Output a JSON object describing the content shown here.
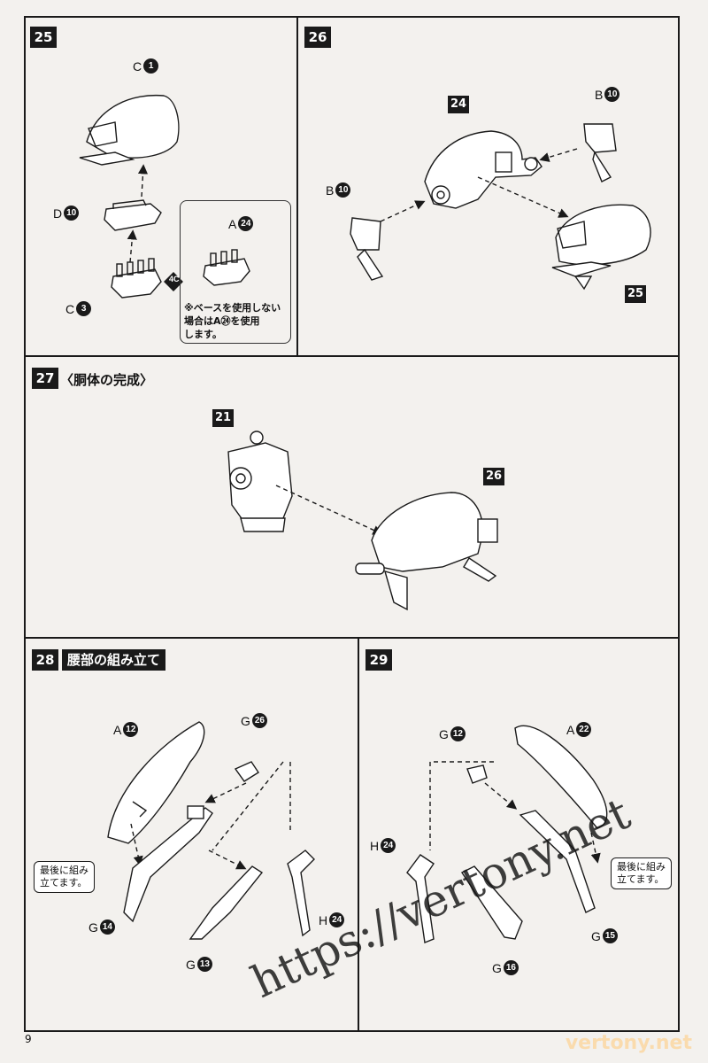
{
  "steps": {
    "s25": {
      "num": "25"
    },
    "s26": {
      "num": "26"
    },
    "s27": {
      "num": "27",
      "title": "〈胴体の完成〉"
    },
    "s28": {
      "num": "28",
      "title": "腰部の組み立て"
    },
    "s29": {
      "num": "29"
    }
  },
  "step25": {
    "c1": {
      "letter": "C",
      "num": "1"
    },
    "d10": {
      "letter": "D",
      "num": "10"
    },
    "c3": {
      "letter": "C",
      "num": "3"
    },
    "a24": {
      "letter": "A",
      "num": "24"
    },
    "marker": "4C",
    "note": [
      "※ベースを使用しない",
      "場合はA㉔を使用",
      "します。"
    ]
  },
  "step26": {
    "b10_top": {
      "letter": "B",
      "num": "10"
    },
    "b10_left": {
      "letter": "B",
      "num": "10"
    },
    "tag24": "24",
    "tag25": "25"
  },
  "step27": {
    "tag21": "21",
    "tag26": "26"
  },
  "step28": {
    "a12": {
      "letter": "A",
      "num": "12"
    },
    "g26": {
      "letter": "G",
      "num": "26"
    },
    "g14": {
      "letter": "G",
      "num": "14"
    },
    "g13": {
      "letter": "G",
      "num": "13"
    },
    "h24": {
      "letter": "H",
      "num": "24"
    },
    "note": [
      "最後に組み",
      "立てます。"
    ]
  },
  "step29": {
    "g12": {
      "letter": "G",
      "num": "12"
    },
    "a22": {
      "letter": "A",
      "num": "22"
    },
    "h24": {
      "letter": "H",
      "num": "24"
    },
    "g15": {
      "letter": "G",
      "num": "15"
    },
    "g16": {
      "letter": "G",
      "num": "16"
    },
    "note": [
      "最後に組み",
      "立てます。"
    ]
  },
  "page_number": "9",
  "watermark": "https://vertony.net",
  "watermark_corner": "vertony.net"
}
